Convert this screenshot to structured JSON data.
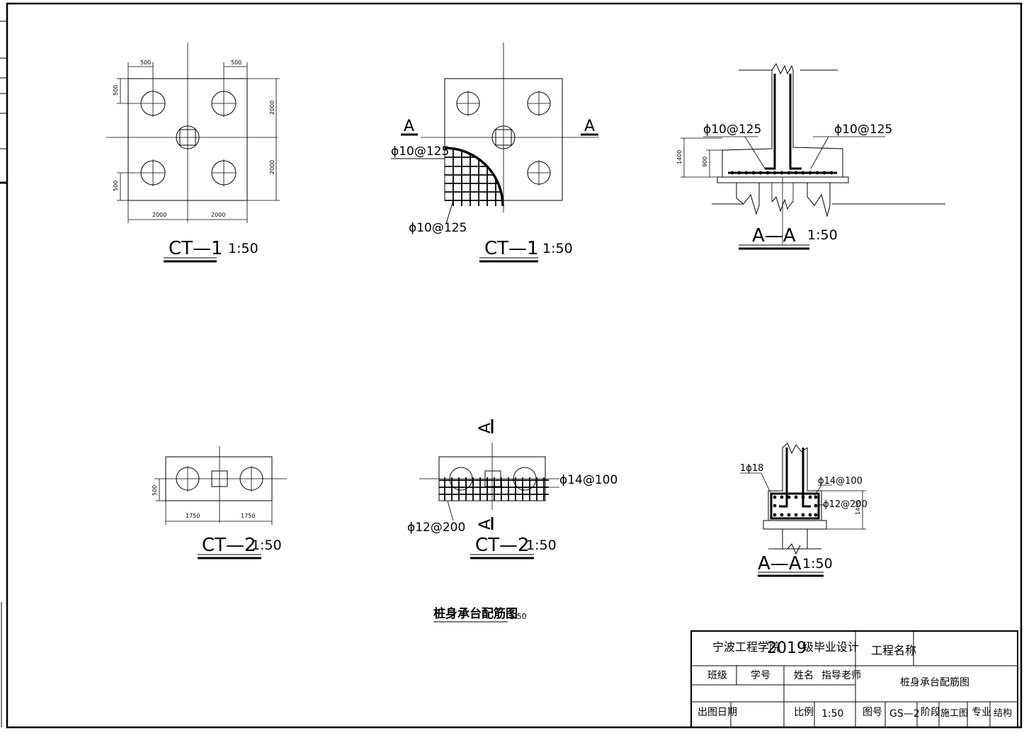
{
  "drawing": {
    "ct1_plan": {
      "title": "CT—1",
      "scale": "1:50",
      "dim_500_top_left": "500",
      "dim_500_top_right": "500",
      "dim_500_left_top": "500",
      "dim_500_left_bottom": "500",
      "dim_2000_right_top": "2000",
      "dim_2000_right_bottom": "2000",
      "dim_2000_bottom_left": "2000",
      "dim_2000_bottom_right": "2000"
    },
    "ct1_rebar": {
      "title": "CT—1",
      "scale": "1:50",
      "section_left": "A",
      "section_right": "A",
      "rebar_top": "ϕ10@125",
      "rebar_bottom": "ϕ10@125"
    },
    "aa_section_1": {
      "title": "A—A",
      "scale": "1:50",
      "rebar_left": "ϕ10@125",
      "rebar_right": "ϕ10@125",
      "dim_1400": "1400",
      "dim_900": "900"
    },
    "ct2_plan": {
      "title": "CT—2",
      "scale": "1:50",
      "dim_500": "500",
      "dim_1750_left": "1750",
      "dim_1750_right": "1750"
    },
    "ct2_rebar": {
      "title": "CT—2",
      "scale": "1:50",
      "section_top": "A",
      "section_bottom": "A",
      "rebar_right": "ϕ14@100",
      "rebar_left": "ϕ12@200"
    },
    "aa_section_2": {
      "title": "A—A",
      "scale": "1:50",
      "rebar_top_left": "1ϕ18",
      "rebar_top_right": "ϕ14@100",
      "rebar_right": "ϕ12@200",
      "dim_1400": "1400"
    },
    "main_title": "桩身承台配筋图",
    "main_title_scale": "1:50"
  },
  "title_block": {
    "school": "宁波工程学院",
    "year": "2019",
    "design": "级毕业设计",
    "project_name_label": "工程名称",
    "project_name_value": "",
    "class_label": "班级",
    "student_id_label": "学号",
    "name_label": "姓名",
    "advisor_label": "指导老师",
    "drawing_name": "桩身承台配筋图",
    "date_label": "出图日期",
    "scale_label": "比例",
    "scale_value": "1:50",
    "drawing_no_label": "图号",
    "drawing_no_value": "GS—2",
    "stage_label": "阶段",
    "stage_value": "施工图",
    "discipline_label": "专业",
    "discipline_value": "结构"
  }
}
